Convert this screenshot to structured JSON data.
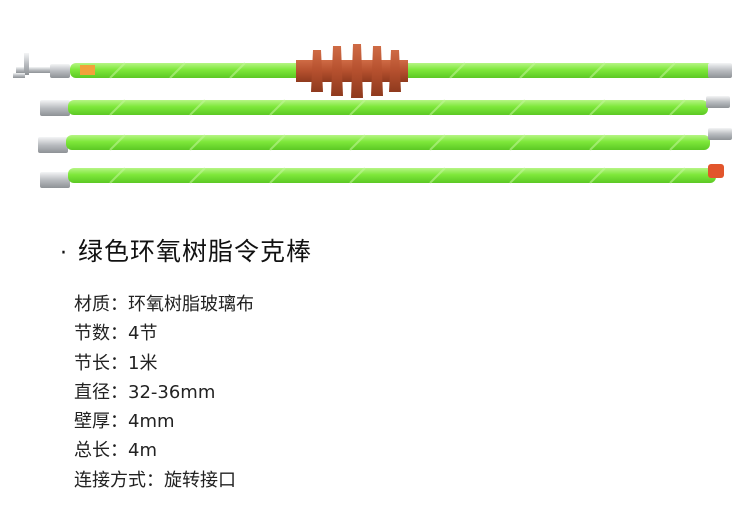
{
  "product": {
    "bullet": "·",
    "title": "绿色环氧树脂令克棒",
    "colors": {
      "rod": "#7ee83a",
      "rod_stripe": "#a8f27a",
      "insulator": "#b5502e",
      "metal_cap": "#c9ccd0",
      "end_cap": "#e2552c"
    }
  },
  "specs": [
    {
      "label": "材质：",
      "value": "环氧树脂玻璃布"
    },
    {
      "label": "节数：",
      "value": "4节"
    },
    {
      "label": "节长：",
      "value": "1米"
    },
    {
      "label": "直径：",
      "value": "32-36mm"
    },
    {
      "label": "壁厚：",
      "value": "4mm"
    },
    {
      "label": "总长：",
      "value": "4m"
    },
    {
      "label": "连接方式：",
      "value": "旋转接口"
    }
  ]
}
